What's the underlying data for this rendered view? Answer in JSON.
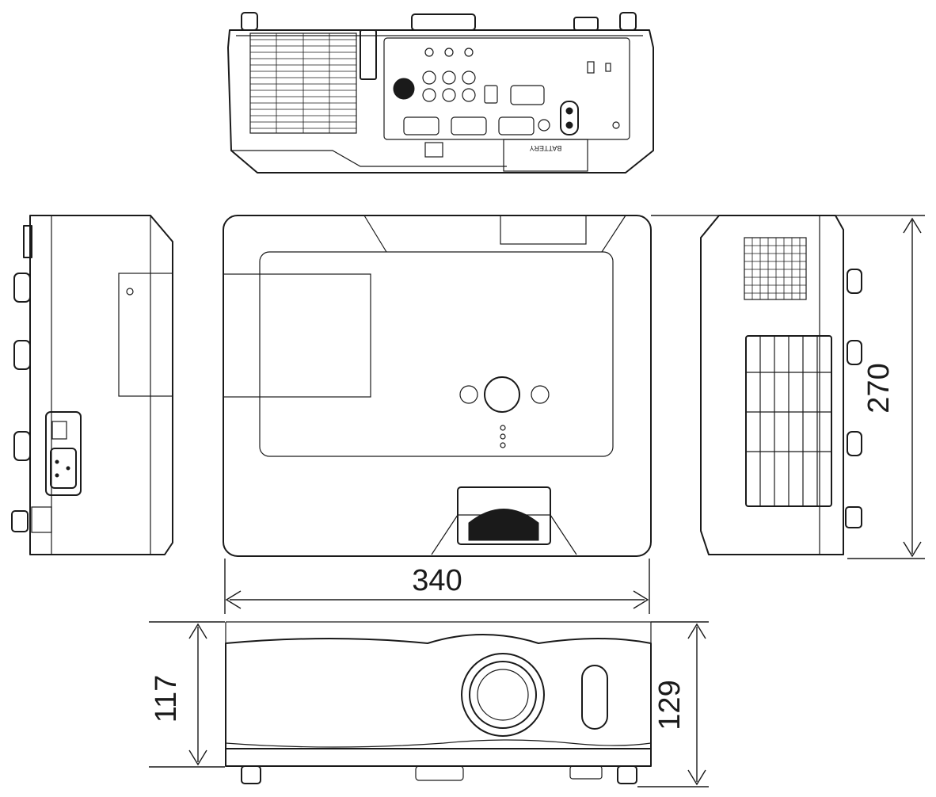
{
  "dimensions": {
    "width": "340",
    "depth": "270",
    "height_body": "117",
    "height_total": "129"
  },
  "labels": {
    "battery": "BATTERY"
  },
  "icons": [
    "projector-lens-icon",
    "control-pad-icon",
    "power-socket-icon",
    "vga-port-icon",
    "lan-port-icon"
  ],
  "colors": {
    "line": "#1a1a1a",
    "background": "#ffffff"
  }
}
